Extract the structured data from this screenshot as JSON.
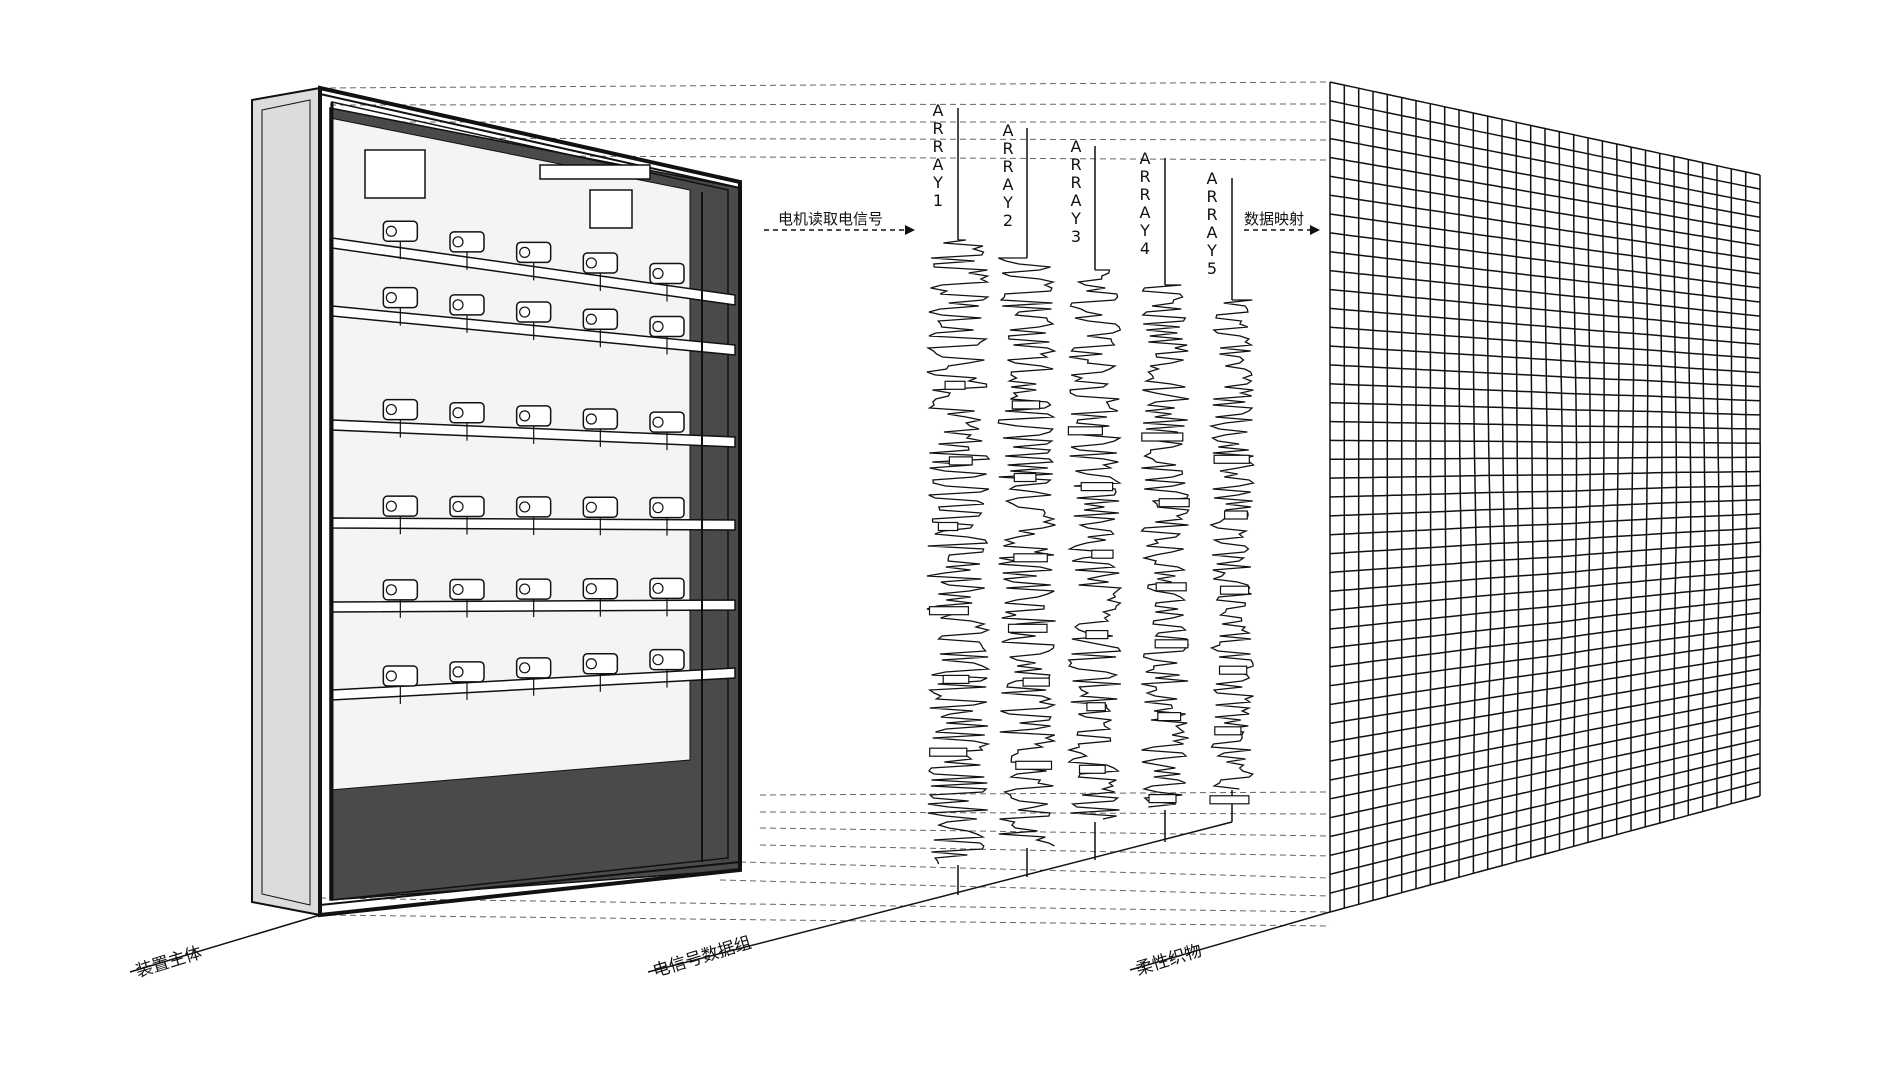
{
  "labels": {
    "device_body": "装置主体",
    "signal_group": "电信号数据组",
    "flexible_fabric": "柔性织物",
    "motor_read": "电机读取电信号",
    "data_mapping": "数据映射"
  },
  "arrays": [
    "ARRAY1",
    "ARRAY2",
    "ARRAY3",
    "ARRAY4",
    "ARRAY5"
  ],
  "colors": {
    "ink": "#111111",
    "panel": "#4a4a4a",
    "dash": "#666666"
  }
}
